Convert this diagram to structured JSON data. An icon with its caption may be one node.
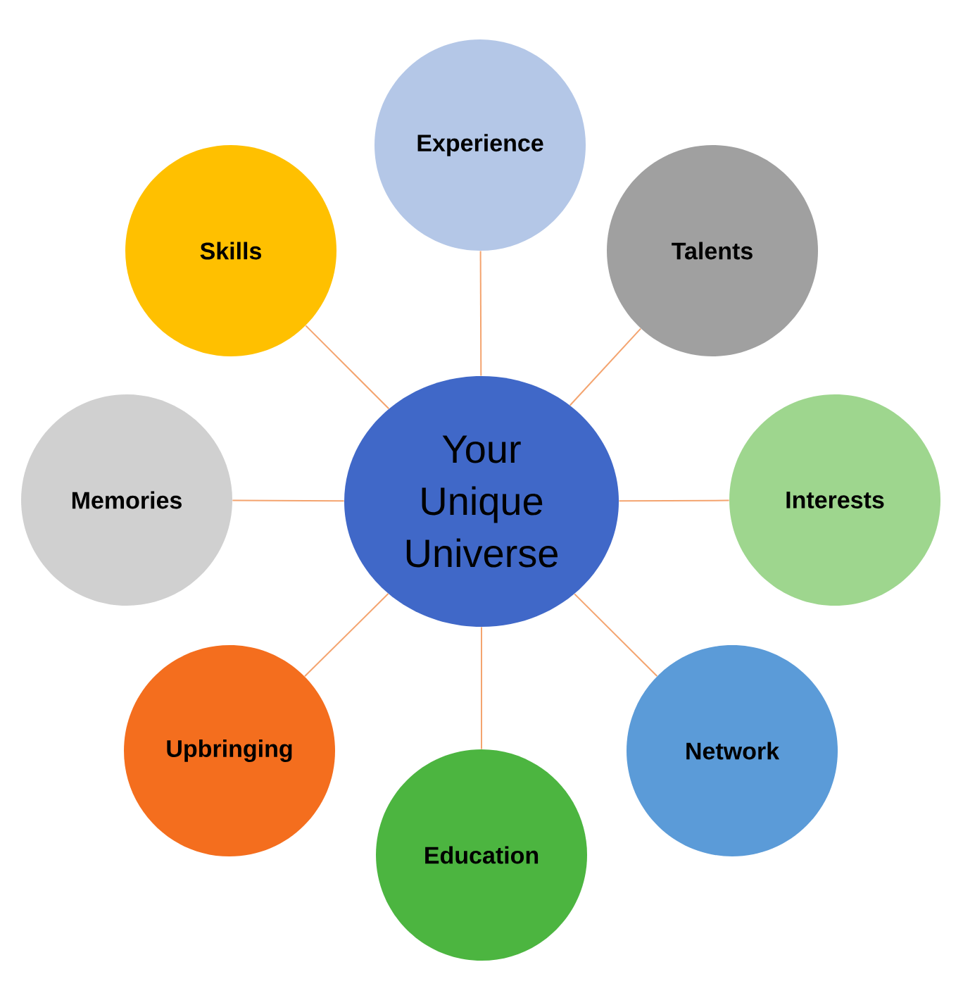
{
  "diagram": {
    "nodes": [
      {
        "text": [
          "Experience"
        ]
      },
      {
        "text": [
          "Skills"
        ]
      },
      {
        "text": [
          "Talents"
        ]
      },
      {
        "text": [
          "Memories"
        ]
      },
      {
        "text": [
          "Your Unique Universe"
        ]
      },
      {
        "text": [
          "Interests"
        ]
      },
      {
        "text": [
          "Upbringing"
        ]
      },
      {
        "text": [
          "Network"
        ]
      },
      {
        "text": [
          "Education"
        ]
      }
    ],
    "edges": [
      {
        "from": 4,
        "to": 0,
        "arrow": "none"
      },
      {
        "from": 4,
        "to": 1,
        "arrow": "none"
      },
      {
        "from": 4,
        "to": 2,
        "arrow": "none"
      },
      {
        "from": 4,
        "to": 3,
        "arrow": "none"
      },
      {
        "from": 4,
        "to": 5,
        "arrow": "none"
      },
      {
        "from": 4,
        "to": 6,
        "arrow": "none"
      },
      {
        "from": 4,
        "to": 7,
        "arrow": "none"
      },
      {
        "from": 4,
        "to": 8,
        "arrow": "none"
      }
    ]
  }
}
